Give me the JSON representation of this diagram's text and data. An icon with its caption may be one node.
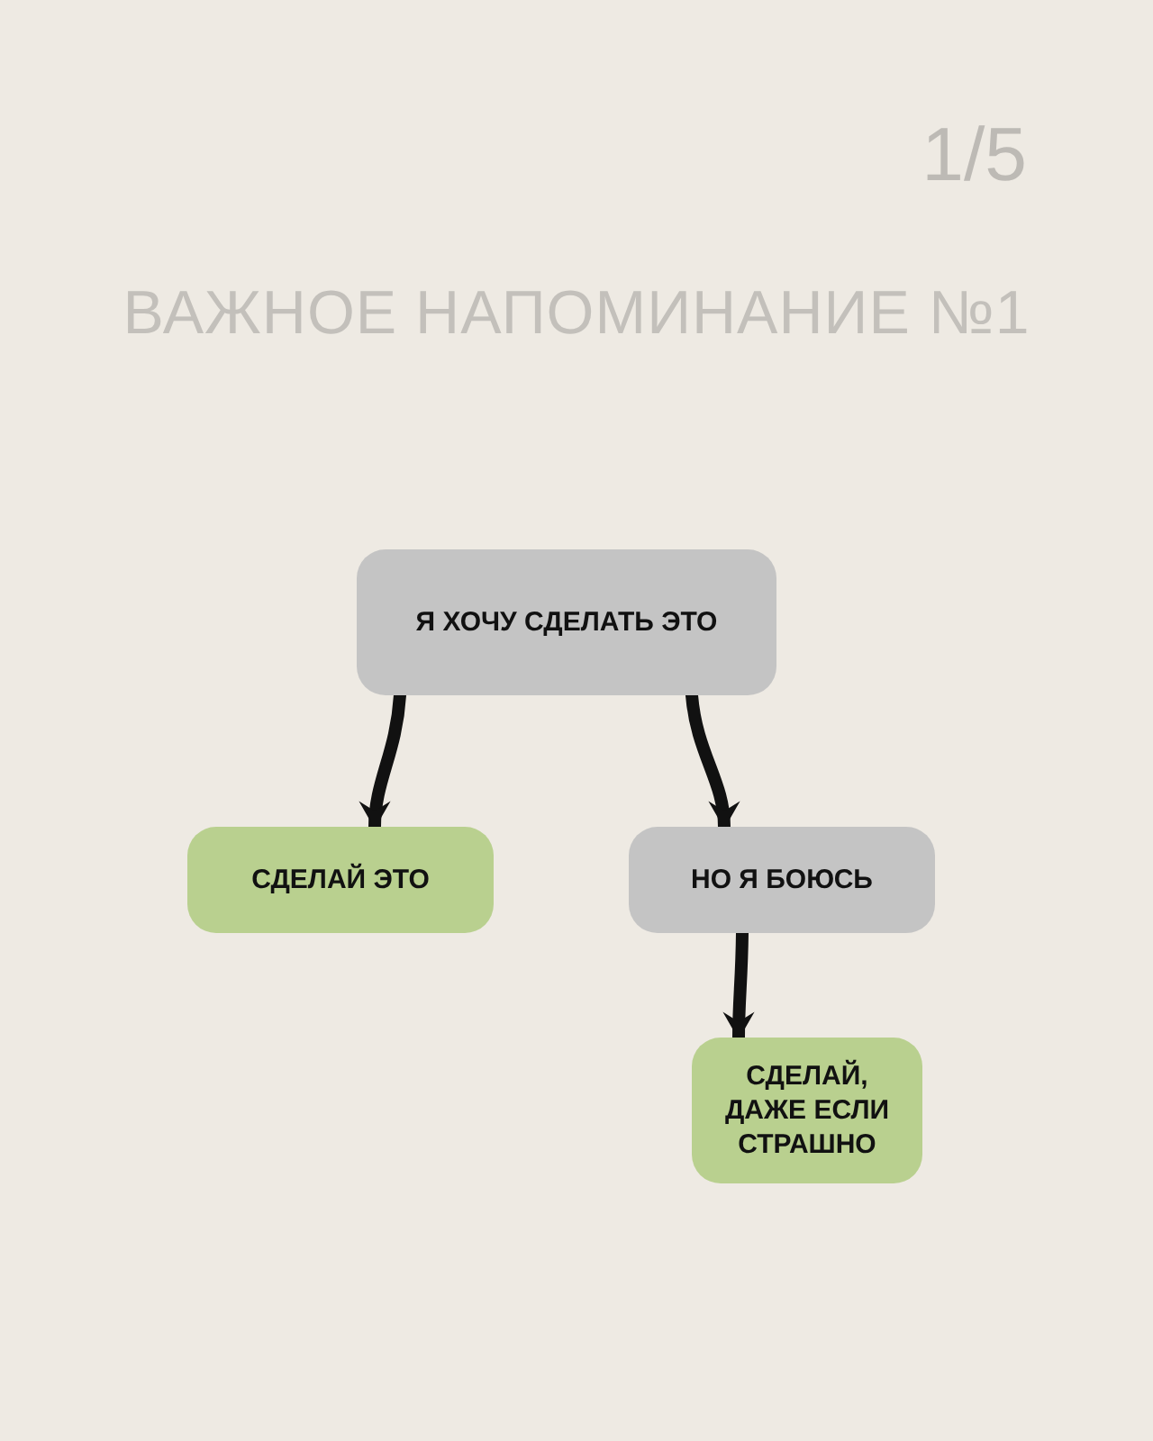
{
  "diagram": {
    "title": "ВАЖНОЕ НАПОМИНАНИЕ №1",
    "nodes": [
      {
        "text": [
          "Я ХОЧУ СДЕЛАТЬ ЭТО"
        ]
      },
      {
        "text": [
          "СДЕЛАЙ ЭТО"
        ]
      },
      {
        "text": [
          "НО Я БОЮСЬ"
        ]
      },
      {
        "text": [
          "СДЕЛАЙ, ДАЖЕ ЕСЛИ СТРАШНО"
        ]
      }
    ],
    "edges": [
      {
        "from": 0,
        "to": 1,
        "arrow": "to"
      },
      {
        "from": 0,
        "to": 2,
        "arrow": "to"
      },
      {
        "from": 2,
        "to": 3,
        "arrow": "to"
      }
    ],
    "labels": [
      "1/5"
    ]
  }
}
